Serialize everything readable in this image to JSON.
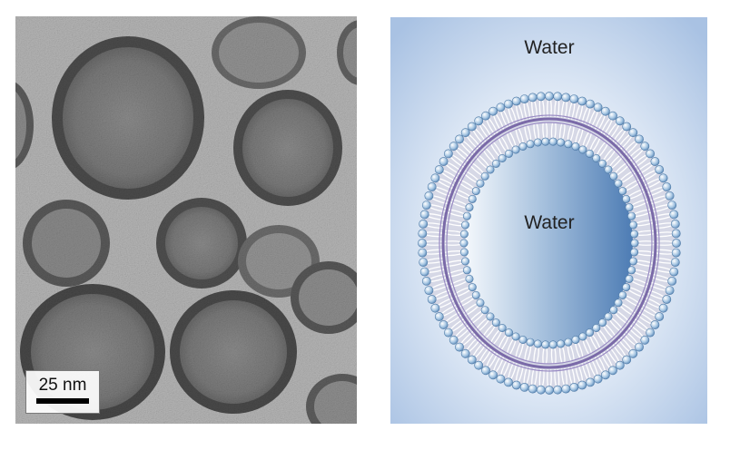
{
  "micrograph": {
    "scale_label": "25 nm"
  },
  "diagram": {
    "outer_label": "Water",
    "inner_label": "Water"
  }
}
